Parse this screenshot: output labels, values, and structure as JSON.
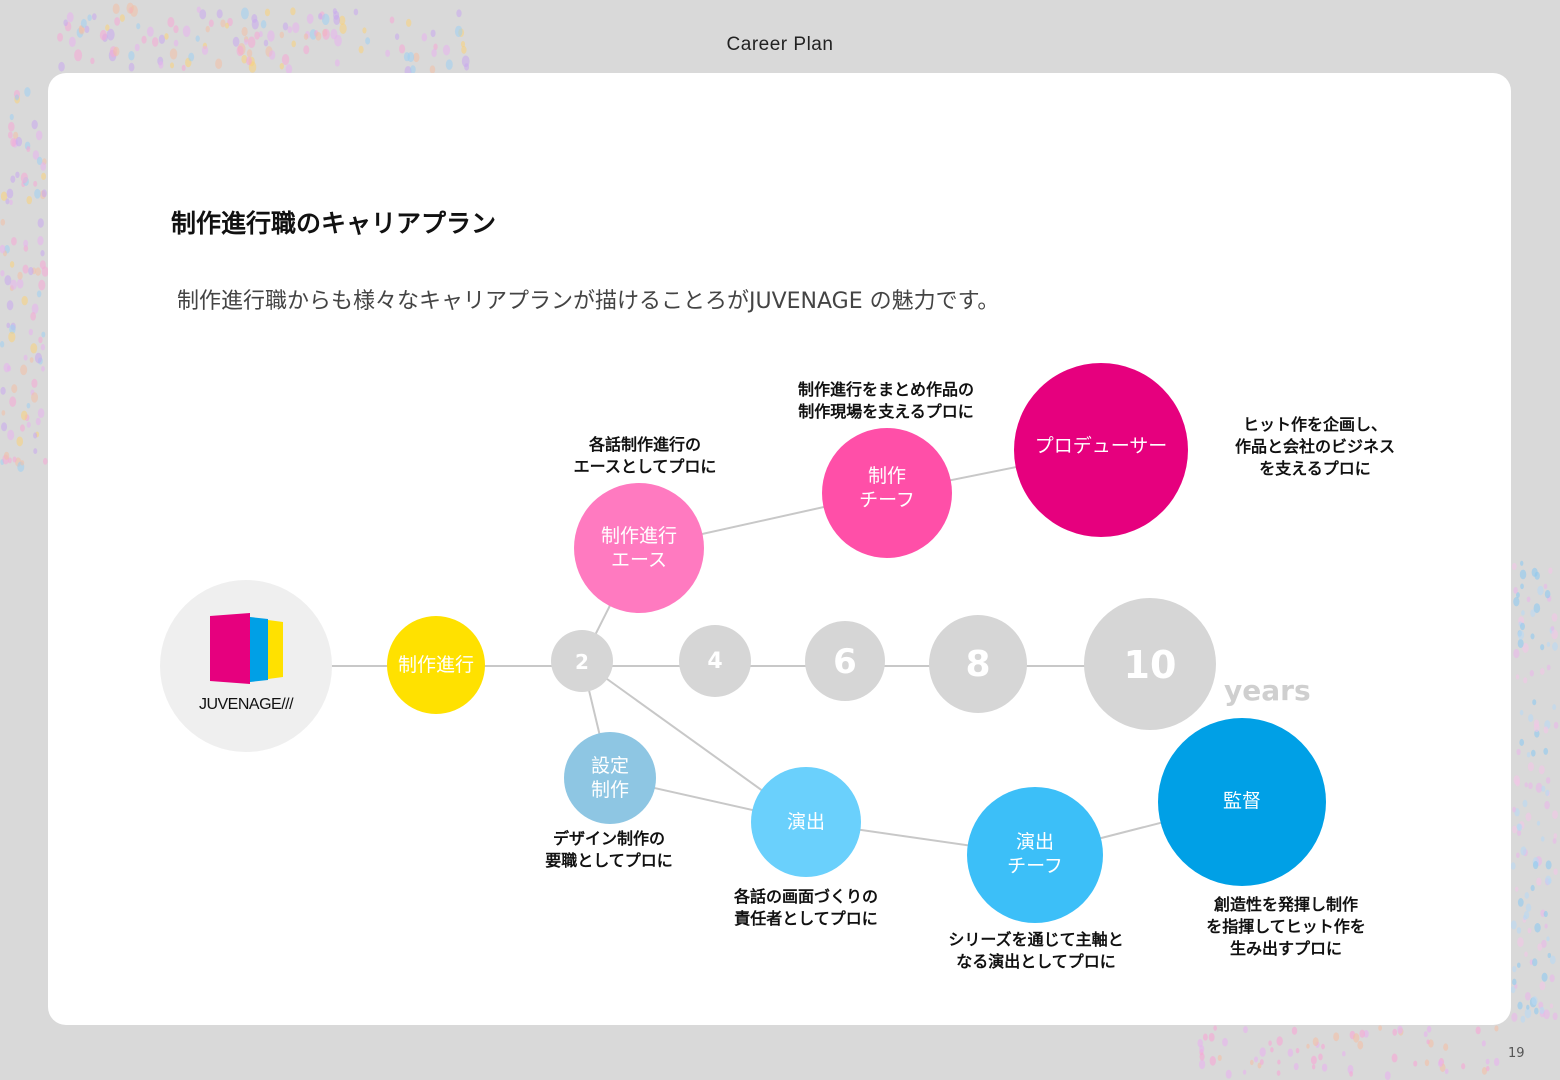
{
  "header": {
    "title": "Career Plan"
  },
  "page_number": "19",
  "title": "制作進行職のキャリアプラン",
  "subtitle": "制作進行職からも様々なキャリアプランが描けることろがJUVENAGE の魅力です。",
  "logo": {
    "text": "JUVENAGE///"
  },
  "colors": {
    "background": "#d9d9d9",
    "yellow": "#ffe100",
    "pink_light": "#ff7ac0",
    "pink": "#ff4fa8",
    "magenta": "#e6007e",
    "blue_grey": "#8ec6e3",
    "sky": "#6ad0fc",
    "cyan": "#3cbff8",
    "blue": "#00a0e6",
    "timeline_grey": "#d6d6d6"
  },
  "start_node": {
    "label": "制作進行"
  },
  "timeline": {
    "years": [
      "2",
      "4",
      "6",
      "8",
      "10"
    ],
    "unit": "years"
  },
  "nodes": {
    "ace": {
      "label": "制作進行\nエース",
      "caption": "各話制作進行の\nエースとしてプロに"
    },
    "chief": {
      "label": "制作\nチーフ",
      "caption": "制作進行をまとめ作品の\n制作現場を支えるプロに"
    },
    "producer": {
      "label": "プロデューサー",
      "caption": "ヒット作を企画し、\n作品と会社のビジネス\nを支えるプロに"
    },
    "settei": {
      "label": "設定\n制作",
      "caption": "デザイン制作の\n要職としてプロに"
    },
    "enshutsu": {
      "label": "演出",
      "caption": "各話の画面づくりの\n責任者としてプロに"
    },
    "enshutsu_chief": {
      "label": "演出\nチーフ",
      "caption": "シリーズを通じて主軸と\nなる演出としてプロに"
    },
    "director": {
      "label": "監督",
      "caption": "創造性を発揮し制作\nを指揮してヒット作を\n生み出すプロに"
    }
  }
}
